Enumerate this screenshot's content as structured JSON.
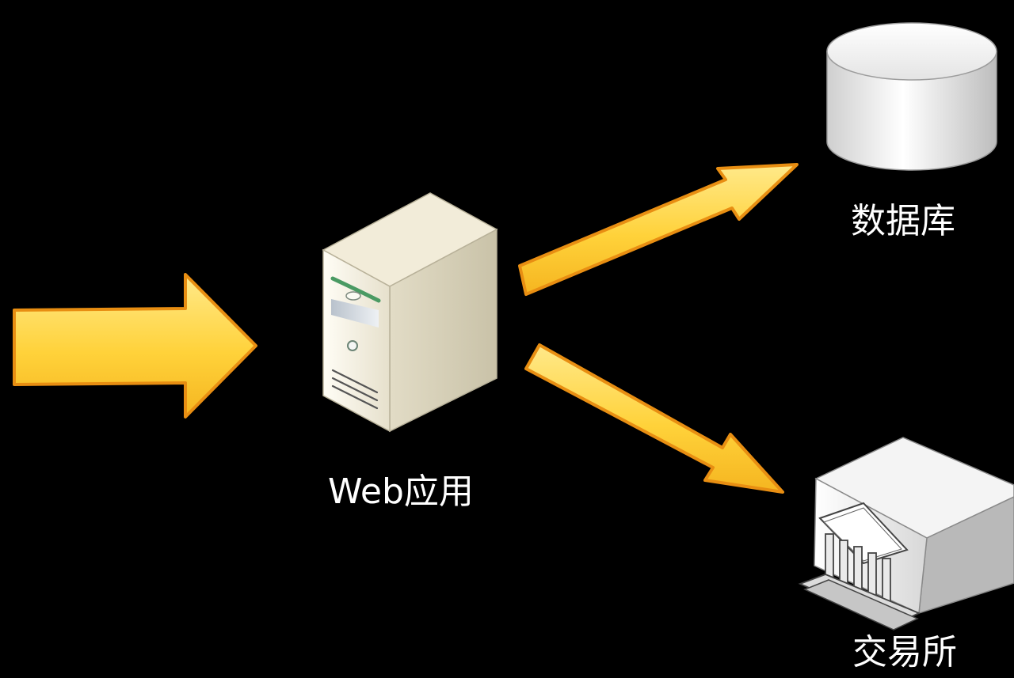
{
  "diagram": {
    "background": "#000000",
    "arrow_fill": "#FFD53D",
    "arrow_edge": "#E88E12",
    "nodes": {
      "web_app": {
        "label": "Web应用",
        "icon": "server-tower-icon"
      },
      "database": {
        "label": "数据库",
        "icon": "database-cylinder-icon"
      },
      "exchange": {
        "label": "交易所",
        "icon": "exchange-building-icon"
      }
    },
    "connections": [
      {
        "from": "input",
        "to": "web_app"
      },
      {
        "from": "web_app",
        "to": "database"
      },
      {
        "from": "web_app",
        "to": "exchange"
      }
    ]
  }
}
